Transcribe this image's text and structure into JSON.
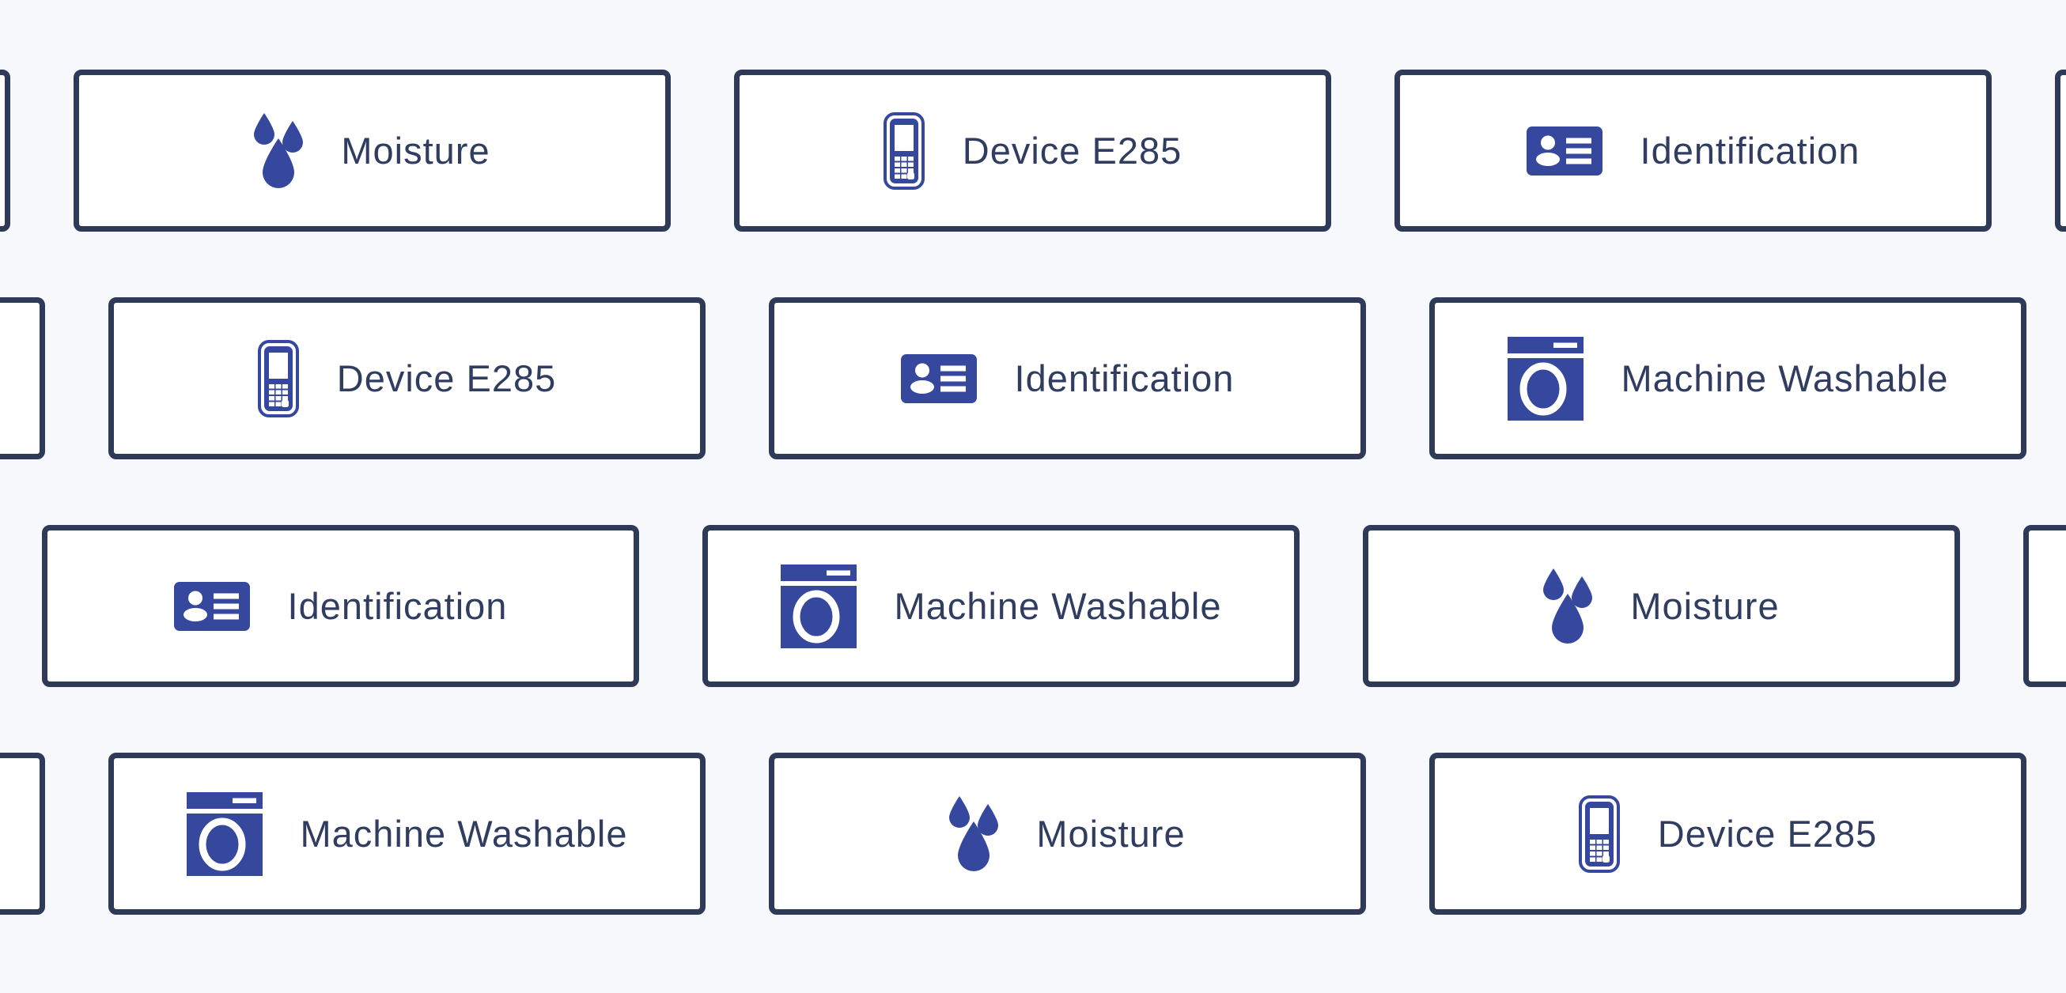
{
  "theme": {
    "page_background": "#f7f8fc",
    "card_background": "#ffffff",
    "card_border_color": "#2e3a58",
    "icon_color": "#35489d",
    "label_color": "#313d60"
  },
  "badges": {
    "moisture": {
      "label": "Moisture",
      "icon": "water-drops-icon"
    },
    "device": {
      "label": "Device E285",
      "icon": "mobile-phone-icon"
    },
    "identification": {
      "label": "Identification",
      "icon": "id-card-icon"
    },
    "washer": {
      "label": "Machine Washable",
      "icon": "washing-machine-icon"
    }
  },
  "rows": [
    {
      "cards": [
        {
          "kind": "partial",
          "label": ""
        },
        {
          "kind": "moisture",
          "label": "Moisture"
        },
        {
          "kind": "device",
          "label": "Device E285"
        },
        {
          "kind": "identification",
          "label": "Identification"
        },
        {
          "kind": "partial",
          "label": ""
        }
      ]
    },
    {
      "cards": [
        {
          "kind": "partial",
          "label": ""
        },
        {
          "kind": "device",
          "label": "Device E285"
        },
        {
          "kind": "identification",
          "label": "Identification"
        },
        {
          "kind": "washer",
          "label": "Machine Washable"
        }
      ]
    },
    {
      "cards": [
        {
          "kind": "identification",
          "label": "Identification"
        },
        {
          "kind": "washer",
          "label": "Machine Washable"
        },
        {
          "kind": "moisture",
          "label": "Moisture"
        },
        {
          "kind": "partial",
          "label": ""
        }
      ]
    },
    {
      "cards": [
        {
          "kind": "partial",
          "label": ""
        },
        {
          "kind": "washer",
          "label": "Machine Washable"
        },
        {
          "kind": "moisture",
          "label": "Moisture"
        },
        {
          "kind": "device",
          "label": "Device E285"
        }
      ]
    }
  ]
}
